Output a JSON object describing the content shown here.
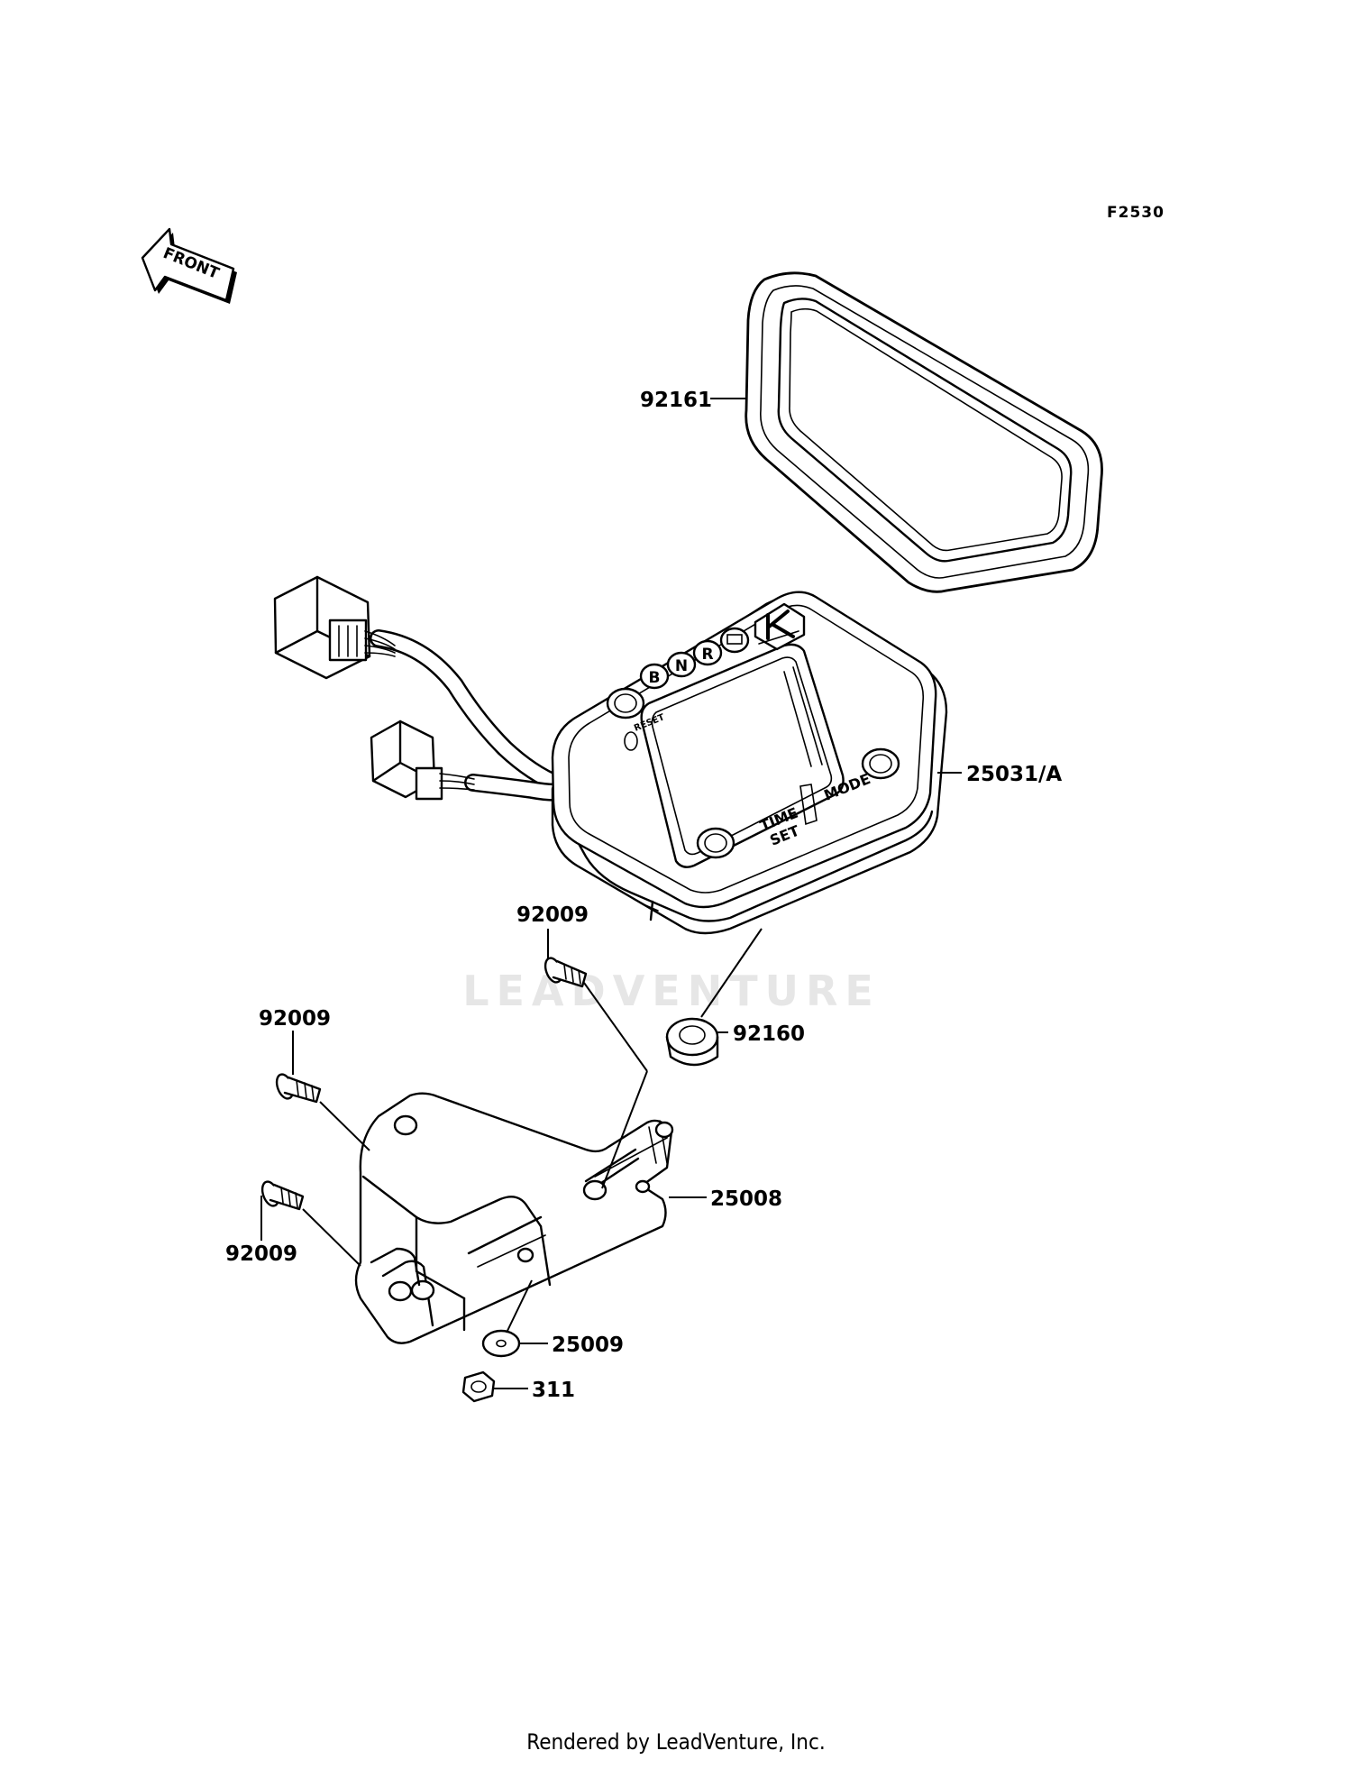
{
  "diagram": {
    "code": "F2530",
    "front_arrow_text": "FRONT",
    "watermark": "LEADVENTURE",
    "footer": "Rendered by LeadVenture, Inc."
  },
  "meter_face": {
    "labels": [
      "RESET",
      "TIME",
      "SET",
      "MODE"
    ],
    "indicators": [
      "B",
      "N",
      "R"
    ]
  },
  "callouts": [
    {
      "id": "92161",
      "text": "92161"
    },
    {
      "id": "25031A",
      "text": "25031/A"
    },
    {
      "id": "92009a",
      "text": "92009"
    },
    {
      "id": "92160",
      "text": "92160"
    },
    {
      "id": "92009b",
      "text": "92009"
    },
    {
      "id": "25008",
      "text": "25008"
    },
    {
      "id": "92009c",
      "text": "92009"
    },
    {
      "id": "25009",
      "text": "25009"
    },
    {
      "id": "311",
      "text": "311"
    }
  ]
}
